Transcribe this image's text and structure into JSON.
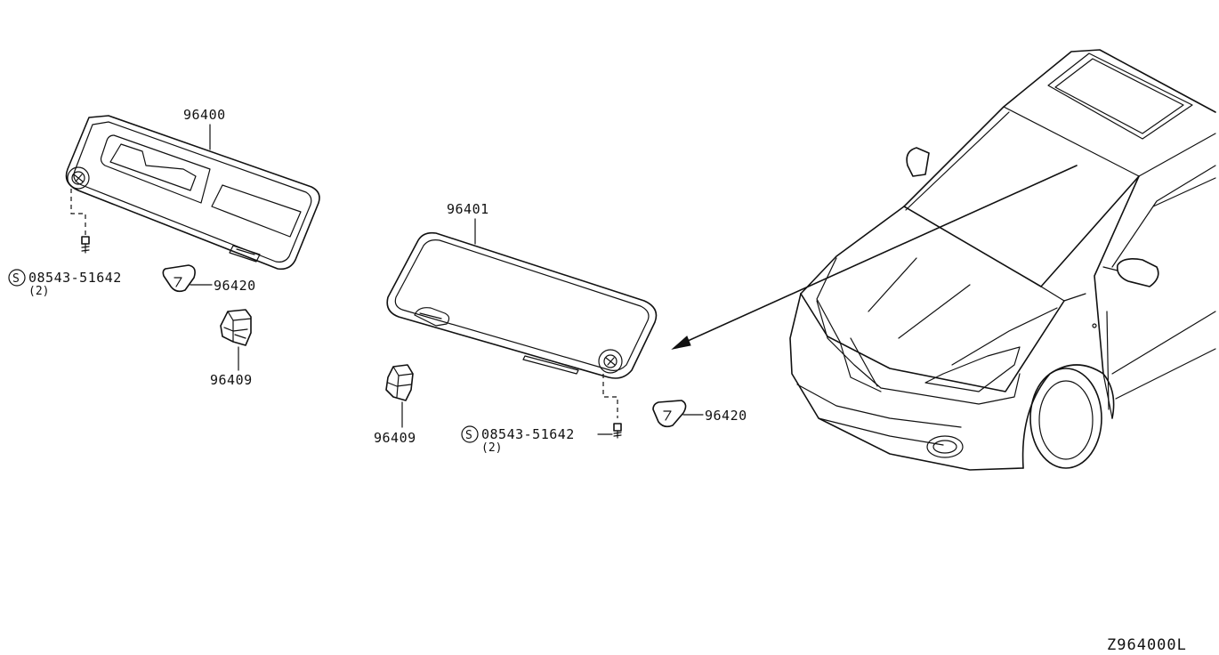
{
  "parts": {
    "visor_lh": "96400",
    "visor_rh": "96401",
    "holder_lh": "96409",
    "holder_rh": "96409",
    "cap_lh": "96420",
    "cap_rh": "96420",
    "screw_lh": "08543-51642",
    "screw_lh_qty": "(2)",
    "screw_rh": "08543-51642",
    "screw_rh_qty": "(2)",
    "standard_part_symbol": "S"
  },
  "diagram_ref": "Z964000L"
}
